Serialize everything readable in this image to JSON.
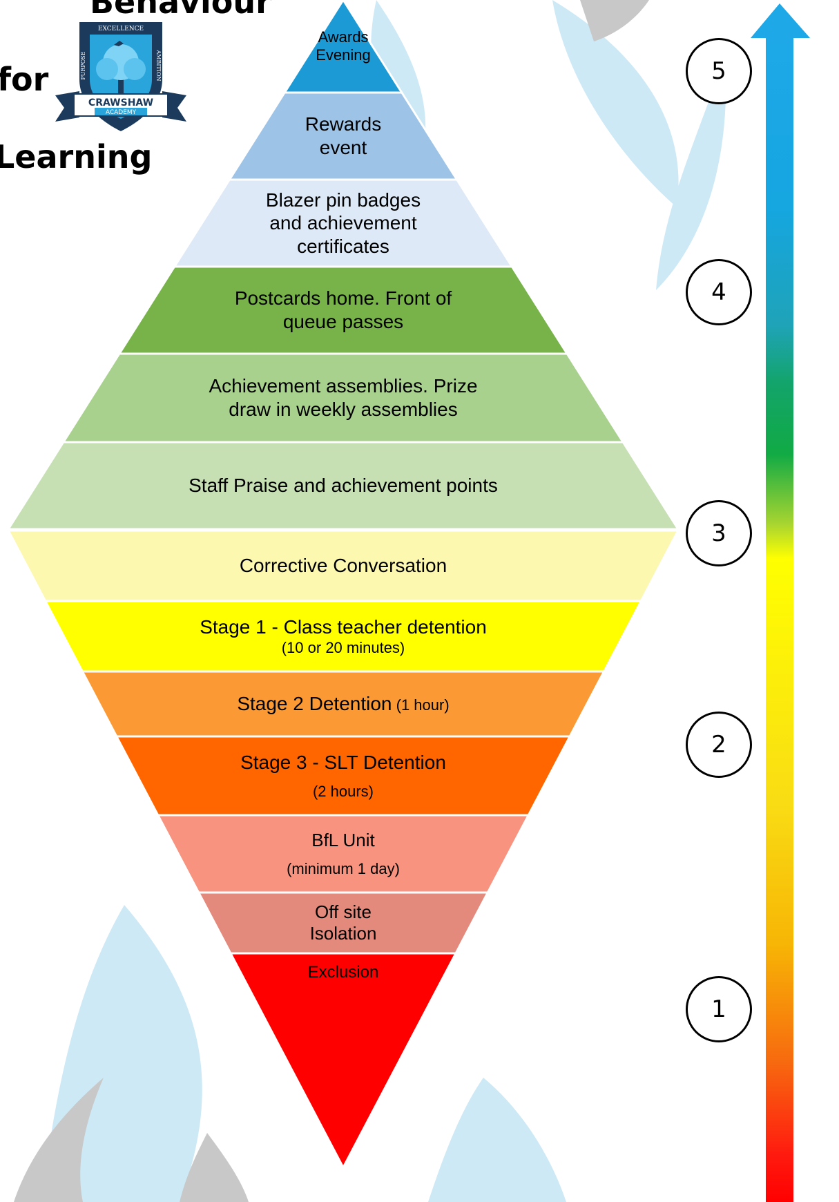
{
  "header": {
    "title_line1": "Behaviour",
    "title_line2": "for",
    "title_line3": "Learning"
  },
  "logo": {
    "top_text": "EXCELLENCE",
    "left_text": "PURPOSE",
    "right_text": "AMBITION",
    "banner_name": "CRAWSHAW",
    "banner_sub": "ACADEMY"
  },
  "pyramid_up": [
    {
      "lines": [
        "Awards",
        "Evening"
      ],
      "color": "#1b9ad6"
    },
    {
      "lines": [
        "Rewards",
        "event"
      ],
      "color": "#9dc3e6"
    },
    {
      "lines": [
        "Blazer pin badges",
        "and achievement",
        "certificates"
      ],
      "color": "#dde9f6"
    },
    {
      "lines": [
        "Postcards home. Front of",
        "queue passes"
      ],
      "color": "#78b34a"
    },
    {
      "lines": [
        "Achievement assemblies. Prize",
        "draw in weekly assemblies"
      ],
      "color": "#a9d18e"
    },
    {
      "lines": [
        "Staff Praise and achievement points"
      ],
      "color": "#c6e0b4"
    }
  ],
  "pyramid_down": [
    {
      "main": "Corrective Conversation",
      "sub": "",
      "color": "#fcf8b0"
    },
    {
      "main": "Stage 1 - Class teacher detention",
      "sub": "(10 or 20 minutes)",
      "color": "#ffff00"
    },
    {
      "main": "Stage 2 Detention",
      "sub": "(1 hour)",
      "color": "#fb9a34"
    },
    {
      "main": "Stage 3 - SLT Detention",
      "sub": "(2 hours)",
      "color": "#ff6600"
    },
    {
      "main": "BfL Unit",
      "sub": "(minimum 1 day)",
      "color": "#f7937f"
    },
    {
      "main": "Off site",
      "sub": "Isolation",
      "color": "#e48a7c"
    },
    {
      "main": "Exclusion",
      "sub": "",
      "color": "#ff0000"
    }
  ],
  "scale": {
    "levels": [
      "5",
      "4",
      "3",
      "2",
      "1"
    ],
    "gradient_top": "#1ea8e8",
    "gradient_bottom": "#ff0000"
  }
}
